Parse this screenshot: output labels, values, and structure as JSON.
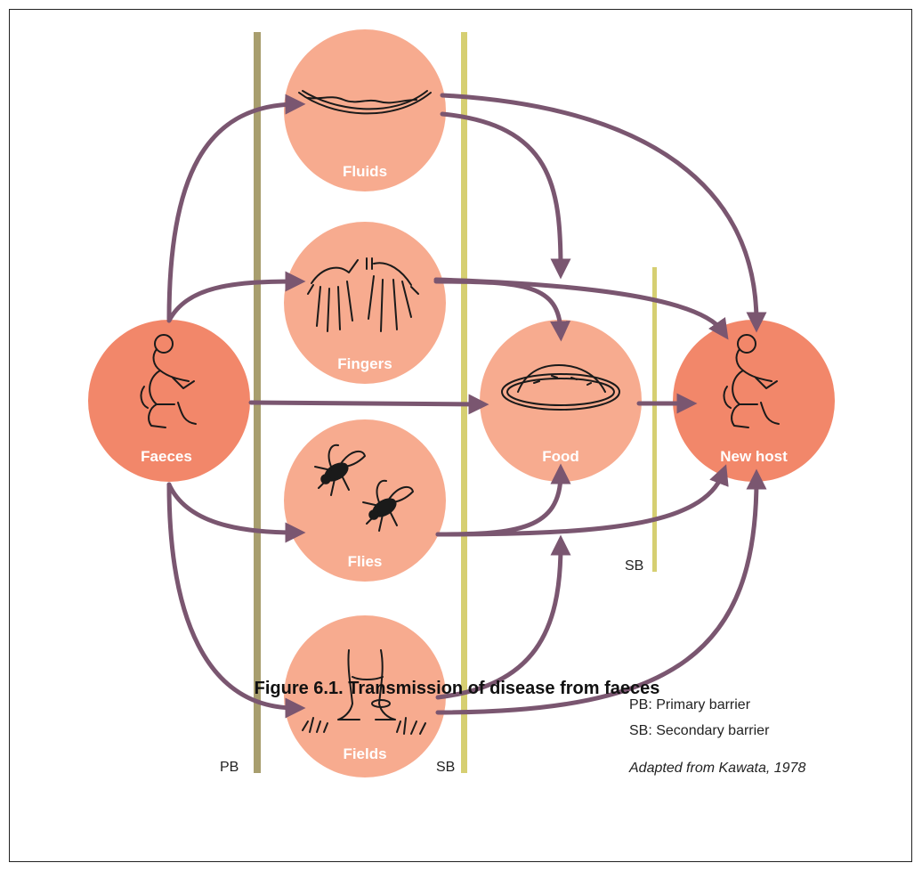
{
  "nodes": {
    "faeces": "Faeces",
    "fluids": "Fluids",
    "fingers": "Fingers",
    "flies": "Flies",
    "fields": "Fields",
    "food": "Food",
    "new_host": "New host"
  },
  "barriers": {
    "pb": "PB",
    "sb_main": "SB",
    "sb_right": "SB"
  },
  "legend": {
    "pb": "PB: Primary barrier",
    "sb": "SB: Secondary barrier"
  },
  "source": "Adapted from Kawata, 1978",
  "caption": "Figure 6.1. Transmission of disease from faeces",
  "colors": {
    "dark_node": "#f2876a",
    "light_node": "#f7ab8f",
    "arrow": "#7a5670",
    "primary_barrier": "#a89e6e",
    "secondary_barrier": "#d6cf72"
  }
}
